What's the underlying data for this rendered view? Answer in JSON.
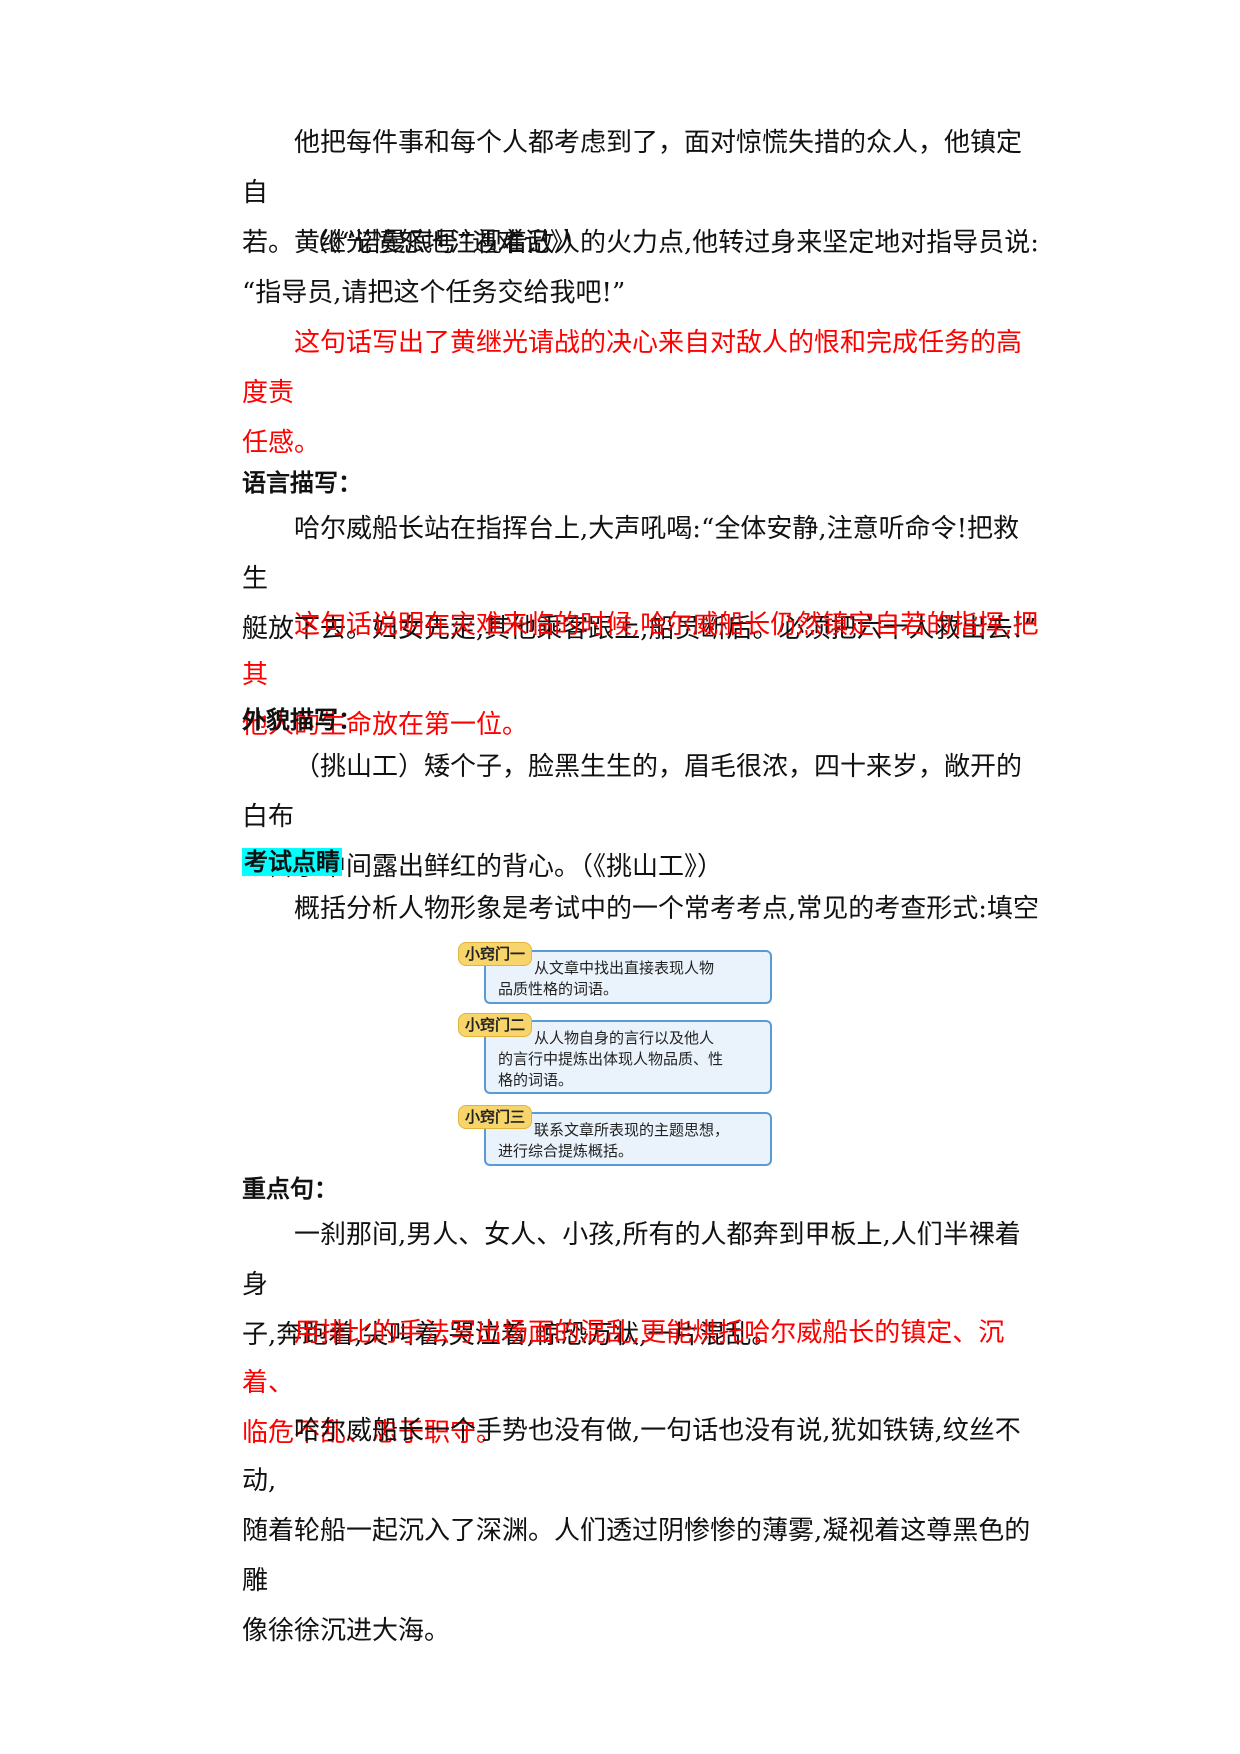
{
  "paragraphs": {
    "p1_line1": "他把每件事和每个人都考虑到了，面对惊慌失措的众人，他镇定自",
    "p1_line2": "若。  （《“诺曼底号”遇难记》）",
    "p2_line1": "黄继光愤怒地注视着敌人的火力点,他转过身来坚定地对指导员说:",
    "p2_line2": "“指导员,请把这个任务交给我吧!”",
    "r1_line1": "这句话写出了黄继光请战的决心来自对敌人的恨和完成任务的高度责",
    "r1_line2": "任感。",
    "p3_line1": "哈尔威船长站在指挥台上,大声吼喝:“全体安静,注意听命令!把救生",
    "p3_line2": "艇放下去。妇女先走,其他乘客跟上,船员断后。必须把六十人救出去!”",
    "r2_line1": "这句话说明在灾难来临的时候,哈尔威船长仍然镇定自若的指挥,把其",
    "r2_line2": "他人的生命放在第一位。",
    "p4_line1": "（挑山工）矮个子，脸黑生生的，眉毛很浓，四十来岁，敞开的白布",
    "p4_line2": "土褂子中间露出鲜红的背心。（《挑山工》）",
    "p5_line1": "概括分析人物形象是考试中的一个常考考点,常见的考查形式:填空",
    "p6_line1": "一刹那间,男人、女人、小孩,所有的人都奔到甲板上,人们半裸着身",
    "p6_line2": "子,奔跑着,尖叫着,哭泣着,惊恐万状,一片混乱。",
    "r3_line1": "用排比的手法写出场面的混乱,更能烘托哈尔威船长的镇定、沉着、",
    "r3_line2": "临危不乱、忠于职守。",
    "p7_line1": "哈尔威船长一个手势也没有做,一句话也没有说,犹如铁铸,纹丝不动,",
    "p7_line2": "随着轮船一起沉入了深渊。人们透过阴惨惨的薄雾,凝视着这尊黑色的雕",
    "p7_line3": "像徐徐沉进大海。"
  },
  "headings": {
    "language": "语言描写：",
    "appearance": "外貌描写：",
    "exam": "考试点睛",
    "key_sentence": "重点句："
  },
  "tips": [
    {
      "label": "小窍门一",
      "line1": "从文章中找出直接表现人物",
      "line2": "品质性格的词语。",
      "line3": ""
    },
    {
      "label": "小窍门二",
      "line1": "从人物自身的言行以及他人",
      "line2": "的言行中提炼出体现人物品质、性",
      "line3": "格的词语。"
    },
    {
      "label": "小窍门三",
      "line1": "联系文章所表现的主题思想，",
      "line2": "进行综合提炼概括。",
      "line3": ""
    }
  ],
  "colors": {
    "red_text": "#ff0000",
    "highlight": "#00ffff",
    "tip_border": "#5b9bd5",
    "tip_label": "#f7d56a"
  }
}
